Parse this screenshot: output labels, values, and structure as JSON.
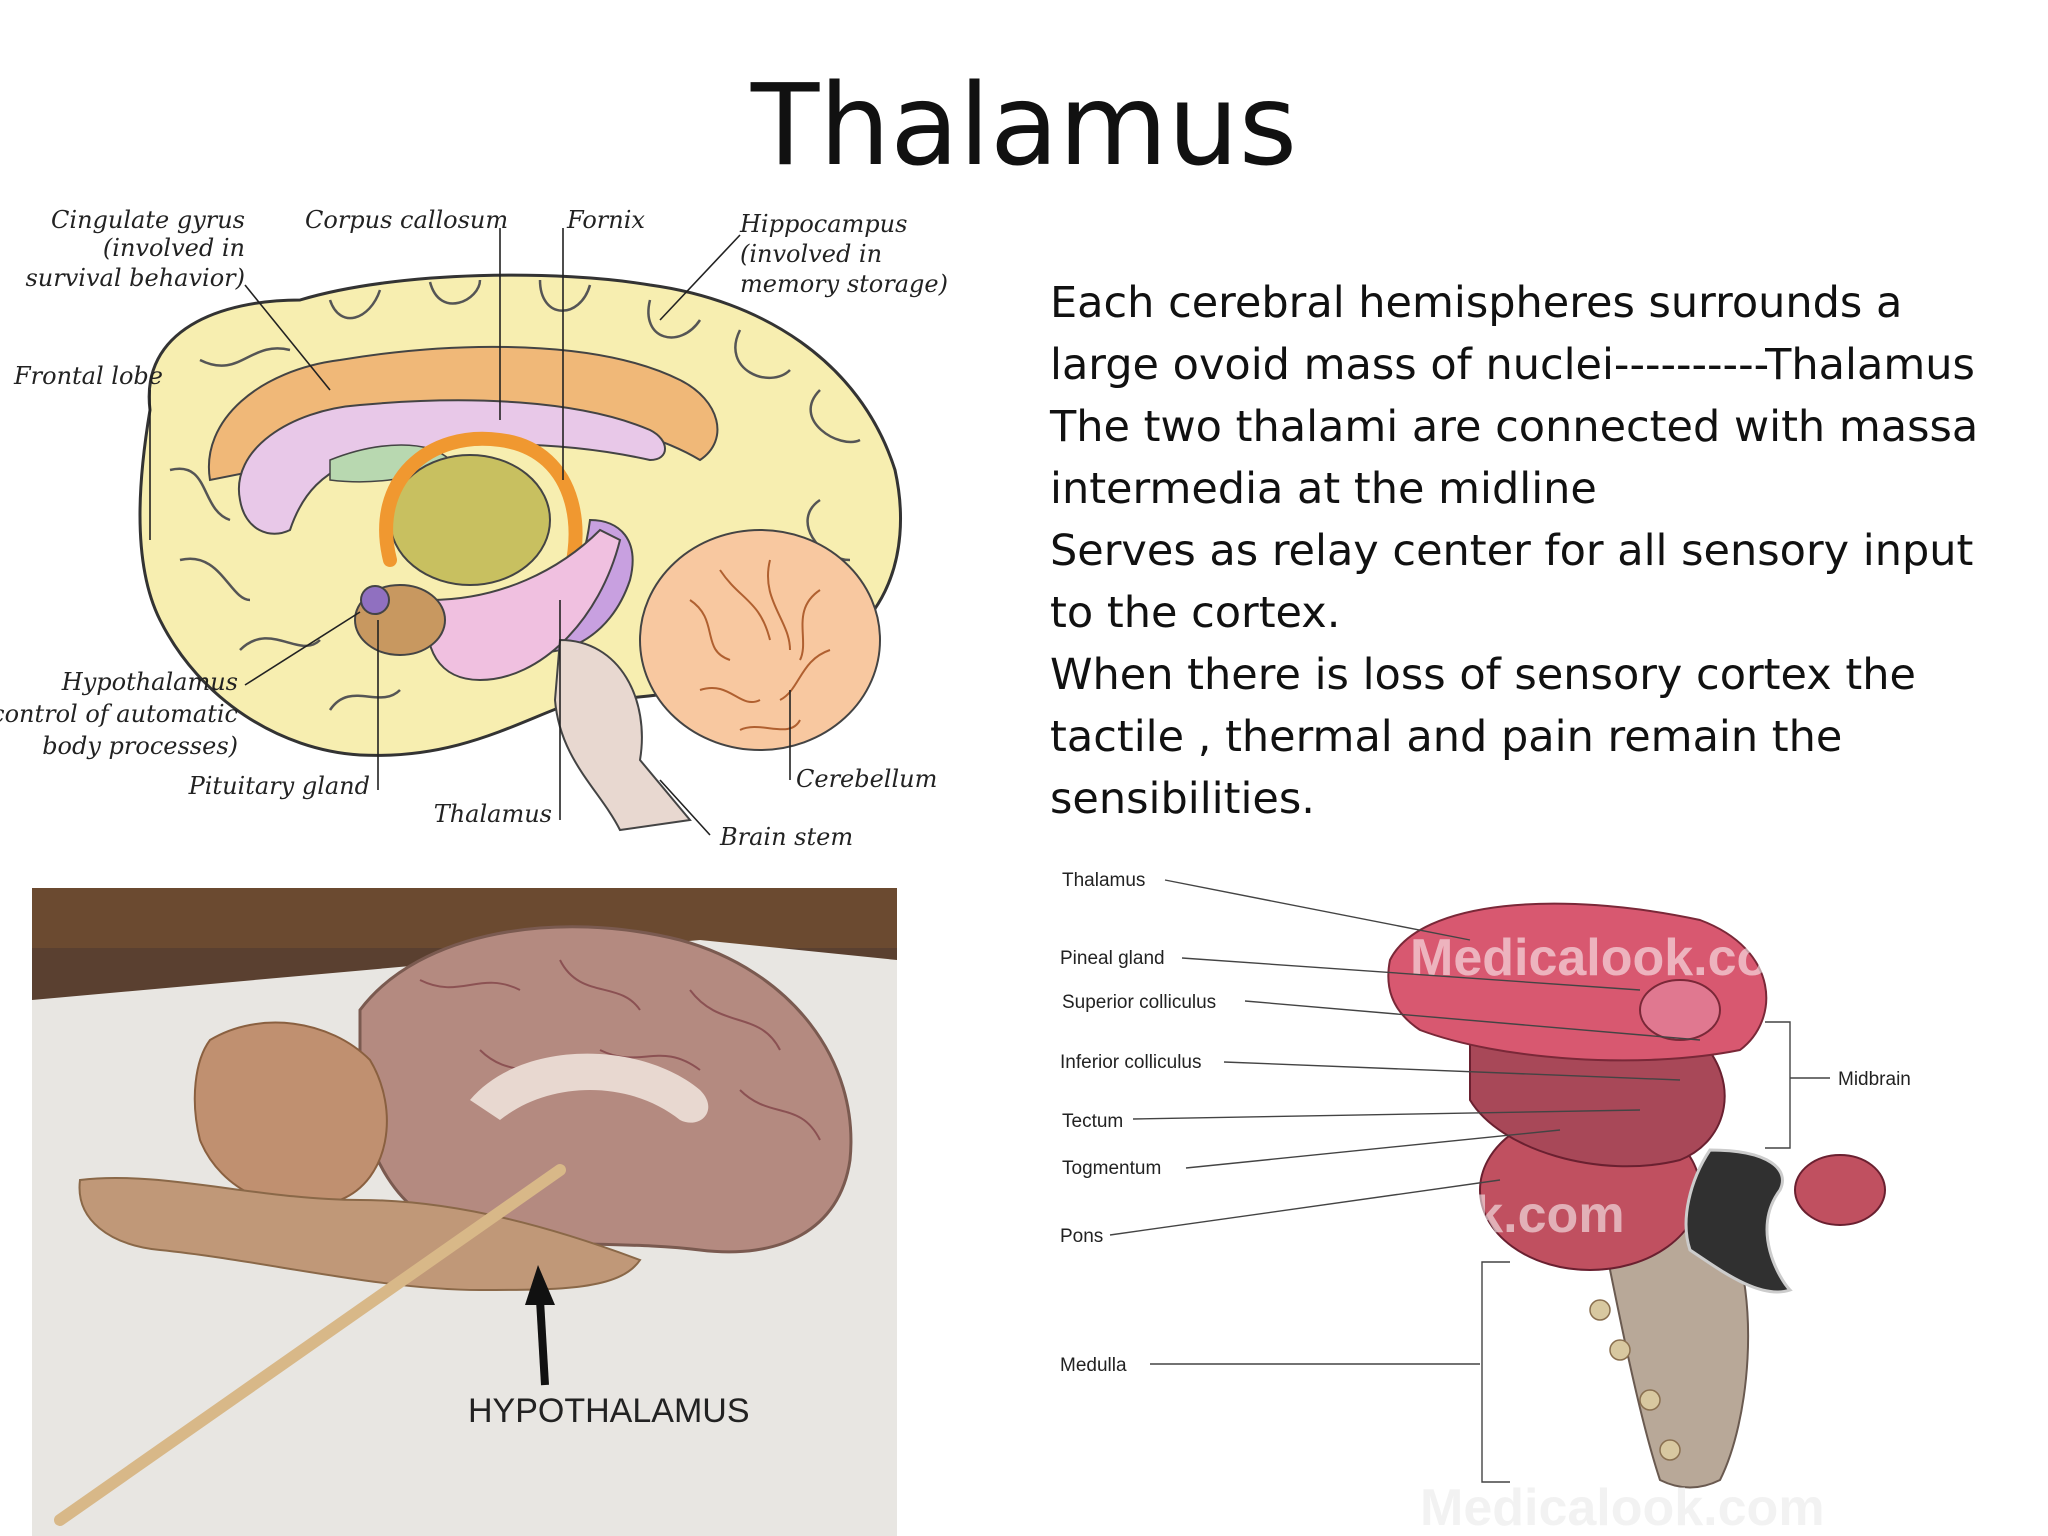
{
  "title": "Thalamus",
  "paragraphs": [
    "Each cerebral hemispheres surrounds a",
    "large ovoid mass of nuclei----------Thalamus",
    "The two thalami are connected with massa",
    "intermedia at the midline",
    "Serves as relay center for all sensory input",
    "to the cortex.",
    "When there is loss of sensory cortex the",
    "tactile , thermal and pain remain the",
    "sensibilities."
  ],
  "sagittal_diagram": {
    "labels": {
      "cingulate_1": "Cingulate gyrus",
      "cingulate_2": "(involved in",
      "cingulate_3": "survival behavior)",
      "corpus": "Corpus callosum",
      "fornix": "Fornix",
      "hippo_1": "Hippocampus",
      "hippo_2": "(involved in",
      "hippo_3": "memory storage)",
      "frontal": "Frontal lobe",
      "hypo_1": "Hypothalamus",
      "hypo_2": "(control of automatic",
      "hypo_3": "body processes)",
      "pituitary": "Pituitary gland",
      "thalamus": "Thalamus",
      "cerebellum": "Cerebellum",
      "brainstem": "Brain stem"
    }
  },
  "photo": {
    "label": "HYPOTHALAMUS"
  },
  "brainstem_diagram": {
    "labels": {
      "thalamus": "Thalamus",
      "pineal": "Pineal gland",
      "superior": "Superior colliculus",
      "inferior": "Inferior colliculus",
      "tectum": "Tectum",
      "togmentum": "Togmentum",
      "pons": "Pons",
      "medulla": "Medulla",
      "midbrain": "Midbrain"
    },
    "watermark": "Medicalook.com"
  },
  "colors": {
    "cortex": "#f7eeb0",
    "corpus_callosum": "#f0b878",
    "lateral_ventricle": "#e8c8e8",
    "thalamus": "#c8c060",
    "fornix": "#f09830",
    "cerebellum": "#f8c8a0",
    "brainstem_tissue": "#c0485a"
  }
}
